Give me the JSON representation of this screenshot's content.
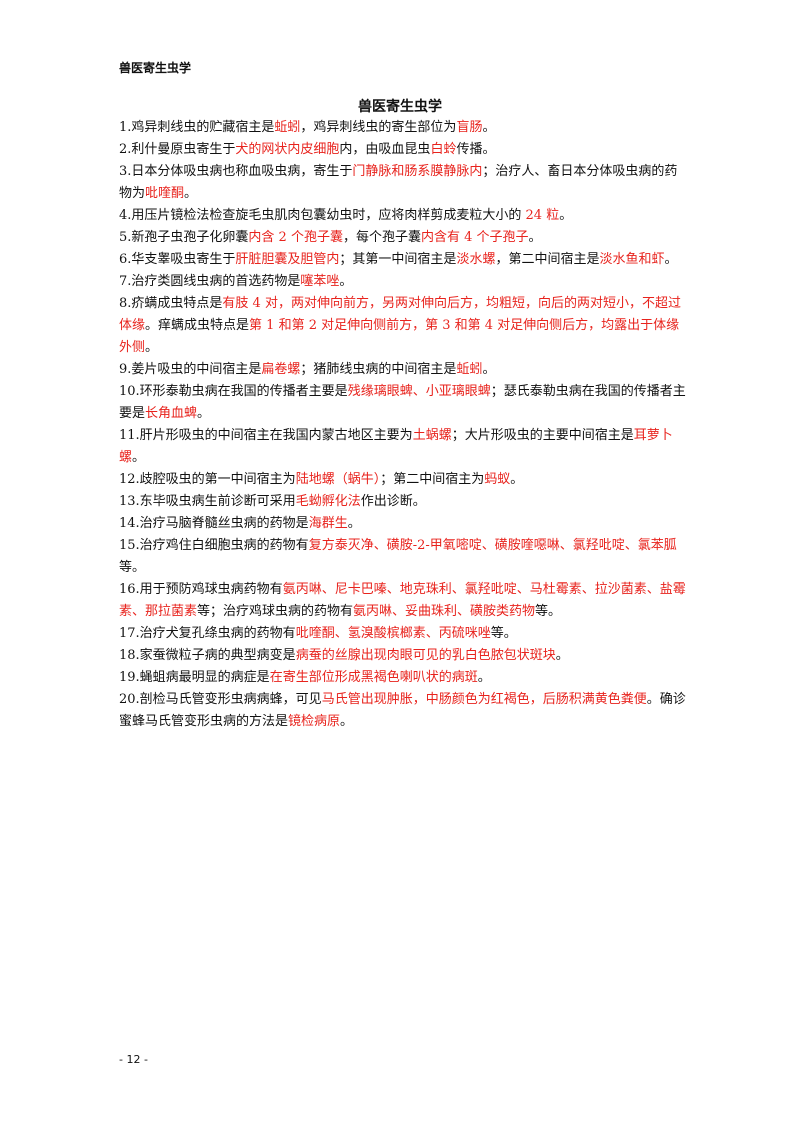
{
  "header": "兽医寄生虫学",
  "title": "兽医寄生虫学",
  "page_number": "- 12 -",
  "highlight_color": "#e8231d",
  "items": [
    {
      "segments": [
        {
          "t": "1.鸡异刺线虫的贮藏宿主是"
        },
        {
          "t": "蚯蚓",
          "hl": true
        },
        {
          "t": "，鸡异刺线虫的寄生部位为"
        },
        {
          "t": "盲肠",
          "hl": true
        },
        {
          "t": "。"
        }
      ]
    },
    {
      "segments": [
        {
          "t": "2.利什曼原虫寄生于"
        },
        {
          "t": "犬的网状内皮细胞",
          "hl": true
        },
        {
          "t": "内，由吸血昆虫"
        },
        {
          "t": "白蛉",
          "hl": true
        },
        {
          "t": "传播。"
        }
      ]
    },
    {
      "segments": [
        {
          "t": "3.日本分体吸虫病也称血吸虫病，寄生于"
        },
        {
          "t": "门静脉和肠系膜静脉内",
          "hl": true
        },
        {
          "t": "；治疗人、畜日本分体吸虫病的药物为"
        },
        {
          "t": "吡喹酮",
          "hl": true
        },
        {
          "t": "。"
        }
      ]
    },
    {
      "segments": [
        {
          "t": "4.用压片镜检法检查旋毛虫肌肉包囊幼虫时，应将肉样剪成麦粒大小的"
        },
        {
          "t": " 24 粒",
          "hl": true
        },
        {
          "t": "。"
        }
      ]
    },
    {
      "segments": [
        {
          "t": "5.新孢子虫孢子化卵囊"
        },
        {
          "t": "内含 2 个孢子囊",
          "hl": true
        },
        {
          "t": "，每个孢子囊"
        },
        {
          "t": "内含有 4 个子孢子",
          "hl": true
        },
        {
          "t": "。"
        }
      ]
    },
    {
      "segments": [
        {
          "t": "6.华支睾吸虫寄生于"
        },
        {
          "t": "肝脏胆囊及胆管内",
          "hl": true
        },
        {
          "t": "；其第一中间宿主是"
        },
        {
          "t": "淡水螺",
          "hl": true
        },
        {
          "t": "，第二中间宿主是"
        },
        {
          "t": "淡水鱼和虾",
          "hl": true
        },
        {
          "t": "。"
        }
      ]
    },
    {
      "segments": [
        {
          "t": "7.治疗类圆线虫病的首选药物是"
        },
        {
          "t": "噻苯唑",
          "hl": true
        },
        {
          "t": "。"
        }
      ]
    },
    {
      "segments": [
        {
          "t": "8.疥螨成虫特点是"
        },
        {
          "t": "有肢 4 对，两对伸向前方，另两对伸向后方，均粗短，向后的两对短小，不超过体缘",
          "hl": true
        },
        {
          "t": "。痒螨成虫特点是"
        },
        {
          "t": "第 1 和第 2 对足伸向侧前方，第 3 和第 4 对足伸向侧后方，均露出于体缘外侧",
          "hl": true
        },
        {
          "t": "。"
        }
      ]
    },
    {
      "segments": [
        {
          "t": "9.姜片吸虫的中间宿主是"
        },
        {
          "t": "扁卷螺",
          "hl": true
        },
        {
          "t": "；猪肺线虫病的中间宿主是"
        },
        {
          "t": "蚯蚓",
          "hl": true
        },
        {
          "t": "。"
        }
      ]
    },
    {
      "segments": [
        {
          "t": "10.环形泰勒虫病在我国的传播者主要是"
        },
        {
          "t": "残缘璃眼蜱、小亚璃眼蜱",
          "hl": true
        },
        {
          "t": "；瑟氏泰勒虫病在我国的传播者主要是"
        },
        {
          "t": "长角血蜱",
          "hl": true
        },
        {
          "t": "。"
        }
      ]
    },
    {
      "segments": [
        {
          "t": "11.肝片形吸虫的中间宿主在我国内蒙古地区主要为"
        },
        {
          "t": "土蜗螺",
          "hl": true
        },
        {
          "t": "；大片形吸虫的主要中间宿主是"
        },
        {
          "t": "耳萝卜螺",
          "hl": true
        },
        {
          "t": "。"
        }
      ]
    },
    {
      "segments": [
        {
          "t": "12.歧腔吸虫的第一中间宿主为"
        },
        {
          "t": "陆地螺（蜗牛）",
          "hl": true
        },
        {
          "t": "；第二中间宿主为"
        },
        {
          "t": "蚂蚁",
          "hl": true
        },
        {
          "t": "。"
        }
      ]
    },
    {
      "segments": [
        {
          "t": "13.东毕吸虫病生前诊断可采用"
        },
        {
          "t": "毛蚴孵化法",
          "hl": true
        },
        {
          "t": "作出诊断。"
        }
      ]
    },
    {
      "segments": [
        {
          "t": "14.治疗马脑脊髓丝虫病的药物是"
        },
        {
          "t": "海群生",
          "hl": true
        },
        {
          "t": "。"
        }
      ]
    },
    {
      "segments": [
        {
          "t": "15.治疗鸡住白细胞虫病的药物有"
        },
        {
          "t": "复方泰灭净、磺胺-2-甲氧嘧啶、磺胺喹噁啉、氯羟吡啶、氯苯胍",
          "hl": true
        },
        {
          "t": "等。"
        }
      ]
    },
    {
      "segments": [
        {
          "t": "16.用于预防鸡球虫病药物有"
        },
        {
          "t": "氨丙啉、尼卡巴嗪、地克珠利、氯羟吡啶、马杜霉素、拉沙菌素、盐霉素、那拉菌素",
          "hl": true
        },
        {
          "t": "等；治疗鸡球虫病的药物有"
        },
        {
          "t": "氨丙啉、妥曲珠利、磺胺类药物",
          "hl": true
        },
        {
          "t": "等。"
        }
      ]
    },
    {
      "segments": [
        {
          "t": "17.治疗犬复孔绦虫病的药物有"
        },
        {
          "t": "吡喹酮、氢溴酸槟榔素、丙硫咪唑",
          "hl": true
        },
        {
          "t": "等。"
        }
      ]
    },
    {
      "segments": [
        {
          "t": "18.家蚕微粒子病的典型病变是"
        },
        {
          "t": "病蚕的丝腺出现肉眼可见的乳白色脓包状斑块",
          "hl": true
        },
        {
          "t": "。"
        }
      ]
    },
    {
      "segments": [
        {
          "t": "19.蝇蛆病最明显的病症是"
        },
        {
          "t": "在寄生部位形成黑褐色喇叭状的病斑",
          "hl": true
        },
        {
          "t": "。"
        }
      ]
    },
    {
      "segments": [
        {
          "t": "20.剖检马氏管变形虫病病蜂，可见"
        },
        {
          "t": "马氏管出现肿胀，中肠颜色为红褐色，后肠积满黄色粪便",
          "hl": true
        },
        {
          "t": "。确诊蜜蜂马氏管变形虫病的方法是"
        },
        {
          "t": "镜检病原",
          "hl": true
        },
        {
          "t": "。"
        }
      ]
    }
  ]
}
